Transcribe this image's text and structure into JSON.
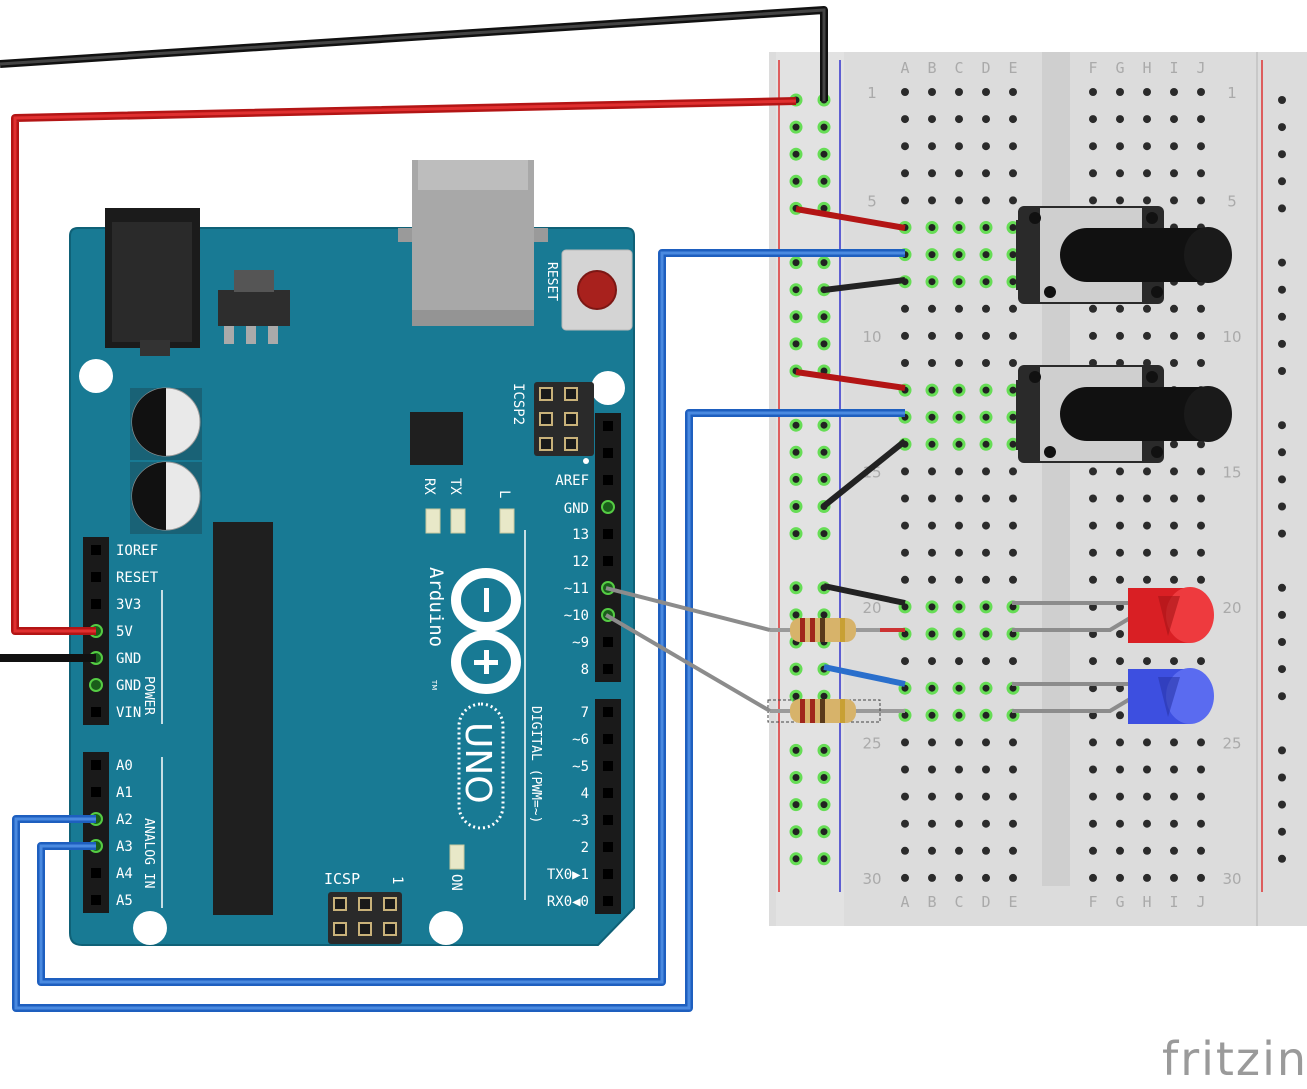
{
  "arduino": {
    "reset_label": "RESET",
    "icsp2_label": "ICSP2",
    "icsp_label": "ICSP",
    "icsp_pin1": "1",
    "aref": "AREF",
    "gnd": "GND",
    "rx": "RX",
    "tx": "TX",
    "l": "L",
    "on": "ON",
    "brand": "Arduino",
    "tm": "TM",
    "uno": "UNO",
    "digital_label": "DIGITAL (PWM=~)",
    "power_label": "POWER",
    "analog_label": "ANALOG IN",
    "power_pins": [
      "IOREF",
      "RESET",
      "3V3",
      "5V",
      "GND",
      "GND",
      "VIN"
    ],
    "analog_pins": [
      "A0",
      "A1",
      "A2",
      "A3",
      "A4",
      "A5"
    ],
    "digital_high": [
      "13",
      "12",
      "~11",
      "~10",
      "~9",
      "8"
    ],
    "digital_low": [
      "7",
      "~6",
      "~5",
      "4",
      "~3",
      "2",
      "TX0▶1",
      "RX0◀0"
    ]
  },
  "breadboard": {
    "cols_left": [
      "A",
      "B",
      "C",
      "D",
      "E"
    ],
    "cols_right": [
      "F",
      "G",
      "H",
      "I",
      "J"
    ],
    "row_numbers": [
      "1",
      "5",
      "10",
      "15",
      "20",
      "25",
      "30"
    ]
  },
  "components": {
    "led_colors": {
      "red": "#e6262a",
      "blue": "#4a5ae8"
    },
    "wire_colors": {
      "red": "#cc1a1a",
      "black": "#222222",
      "blue": "#2a6fcc",
      "gray": "#9a9a9a"
    }
  },
  "footer": {
    "logo": "fritzing"
  }
}
